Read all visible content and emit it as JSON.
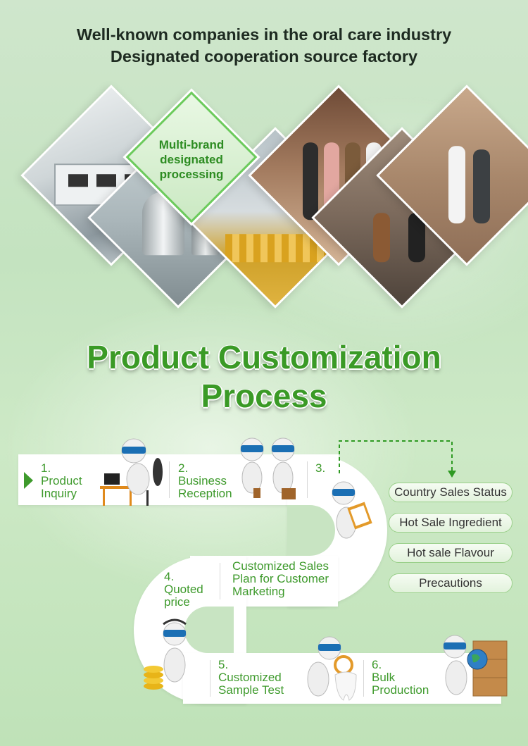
{
  "header": {
    "line1": "Well-known companies in the oral care industry",
    "line2": "Designated cooperation source factory"
  },
  "badge": {
    "line1": "Multi-brand",
    "line2": "designated",
    "line3": "processing"
  },
  "title": {
    "line1": "Product Customization",
    "line2": "Process"
  },
  "steps": {
    "s1_num": "1.",
    "s1_l1": "Product",
    "s1_l2": "Inquiry",
    "s2_num": "2.",
    "s2_l1": "Business",
    "s2_l2": "Reception",
    "s3_num": "3.",
    "s4_num": "4.",
    "s4_l1": "Quoted",
    "s4_l2": "price",
    "plan_l1": "Customized Sales",
    "plan_l2": "Plan for Customer",
    "plan_l3": "Marketing",
    "s5_num": "5.",
    "s5_l1": "Customized",
    "s5_l2": "Sample Test",
    "s6_num": "6.",
    "s6_l1": "Bulk",
    "s6_l2": "Production"
  },
  "options": [
    "Country Sales Status",
    "Hot Sale Ingredient",
    "Hot sale Flavour",
    "Precautions"
  ],
  "colors": {
    "accent_green": "#3a9a26",
    "step_green": "#3e9a2c",
    "pill_border": "#9ad08a"
  },
  "icons": [
    "arrow-right-icon",
    "dashed-arrow-icon"
  ]
}
